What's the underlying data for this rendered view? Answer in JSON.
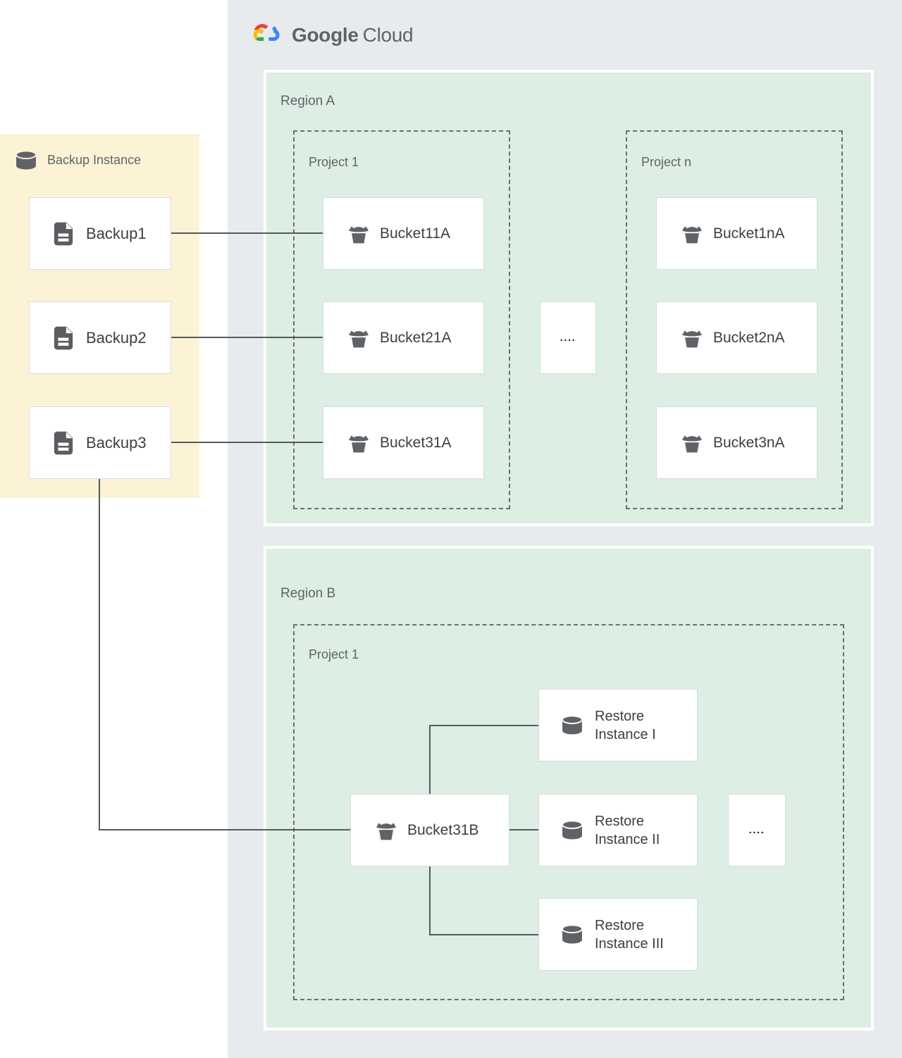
{
  "logo": {
    "part1": "Google",
    "part2": "Cloud"
  },
  "backup_panel": {
    "title": "Backup Instance",
    "backups": [
      "Backup1",
      "Backup2",
      "Backup3"
    ]
  },
  "region_a": {
    "label": "Region A",
    "project_1": {
      "label": "Project 1",
      "buckets": [
        "Bucket11A",
        "Bucket21A",
        "Bucket31A"
      ]
    },
    "project_n": {
      "label": "Project n",
      "buckets": [
        "Bucket1nA",
        "Bucket2nA",
        "Bucket3nA"
      ]
    },
    "ellipsis": "...."
  },
  "region_b": {
    "label": "Region B",
    "project_1": {
      "label": "Project 1",
      "bucket": "Bucket31B",
      "restore_instances": [
        "Restore Instance I",
        "Restore Instance II",
        "Restore Instance III"
      ],
      "ellipsis": "...."
    }
  },
  "colors": {
    "panel_gray": "#e8ebee",
    "region_green": "#ddeee4",
    "backup_yellow": "#fcf3d6",
    "connector": "#55595e",
    "icon_gray": "#5f6368",
    "label_gray": "#5f6368",
    "text_dark": "#3c4043",
    "box_border": "#d8dbde",
    "logo_blue": "#4285F4",
    "logo_red": "#EA4335",
    "logo_yellow": "#FBBC05",
    "logo_green": "#34A853"
  }
}
